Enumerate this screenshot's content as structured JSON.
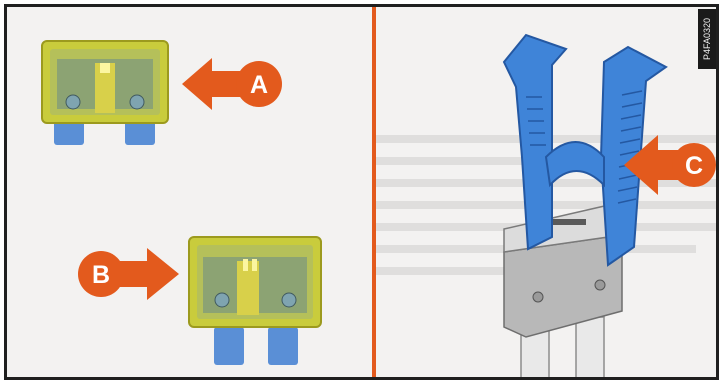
{
  "callouts": {
    "a": "A",
    "b": "B",
    "c": "C"
  },
  "reference_code": "P4FA0320",
  "colors": {
    "accent": "#e35a1d",
    "fuse_body": "#cfcf3a",
    "fuse_terminal": "#5a8fd6",
    "puller": "#3f84d8",
    "divider": "#e35a1d"
  },
  "icons": [
    "fuse-icon",
    "blown-fuse-icon",
    "fuse-puller-icon",
    "arrow-left-icon",
    "arrow-right-icon"
  ]
}
